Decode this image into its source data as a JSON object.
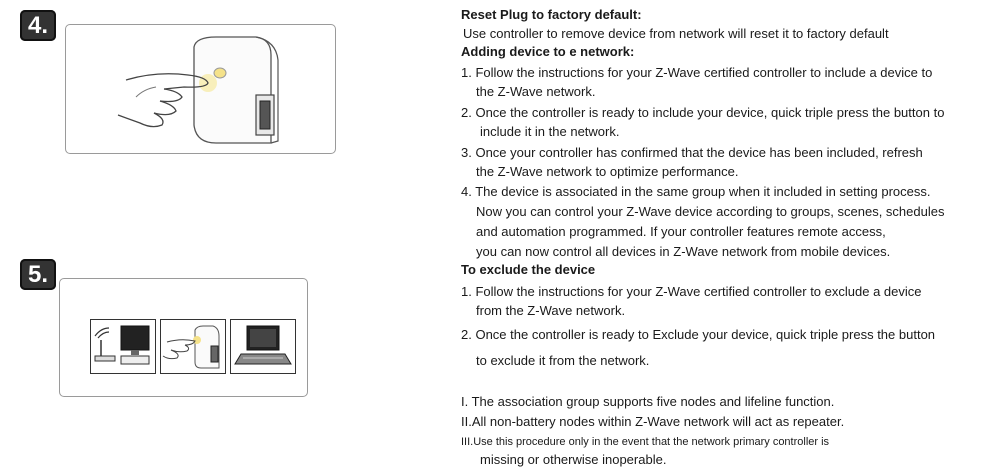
{
  "steps": [
    {
      "number": "4."
    },
    {
      "number": "5."
    }
  ],
  "reset": {
    "heading": "Reset Plug to factory default:",
    "body": "Use controller to remove device from network will reset it to factory default"
  },
  "adding": {
    "heading": "Adding device to e network:",
    "items": [
      {
        "l1": "1. Follow the instructions for your Z-Wave certified controller to include a device to",
        "l2": "the Z-Wave network."
      },
      {
        "l1": "2. Once the controller is ready to include your device, quick triple press the button to",
        "l2": "include it in the network."
      },
      {
        "l1": "3. Once your controller has confirmed that the device has been included, refresh",
        "l2": "the Z-Wave network to optimize performance."
      },
      {
        "l1": "4. The device is associated in the same group when it included in setting process.",
        "l2": "Now you can control your Z-Wave device according to groups, scenes, schedules",
        "l3": "and automation programmed. If your controller features remote access,",
        "l4": "you can now control all devices in Z-Wave network from mobile devices."
      }
    ]
  },
  "exclude": {
    "heading": "To exclude the device",
    "items": [
      {
        "l1": "1. Follow the instructions for your Z-Wave certified controller to exclude a device",
        "l2": "from the Z-Wave network."
      },
      {
        "l1": "2. Once the controller is ready to Exclude your device, quick triple press the button",
        "l2": "to exclude it from the network."
      }
    ]
  },
  "notes": [
    "I. The association group supports five nodes and lifeline function.",
    "II.All non-battery nodes within Z-Wave network will act as repeater.",
    "III.Use this procedure only in the event that the network primary controller is",
    "missing or otherwise inoperable."
  ]
}
